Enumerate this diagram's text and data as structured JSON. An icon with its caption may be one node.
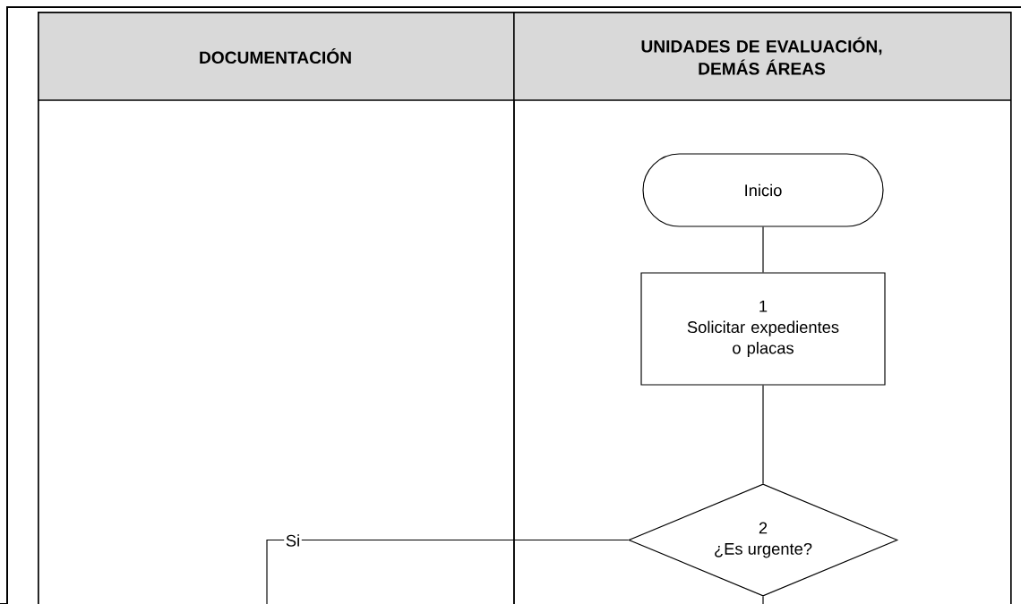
{
  "diagram": {
    "nodes": [
      {
        "text": [
          "DOCUMENTACIÓN"
        ]
      },
      {
        "text": [
          "UNIDADES DE EVALUACIÓN, DEMÁS ÁREAS"
        ]
      },
      {
        "text": [
          "Inicio"
        ],
        "in": 1
      },
      {
        "text": [
          "1",
          "Solicitar expedientes o placas"
        ],
        "in": 1
      },
      {
        "text": [
          "2",
          "¿Es urgente?"
        ],
        "in": 1
      }
    ],
    "edges": [
      {
        "from": 2,
        "to": 3,
        "arrow": "none"
      },
      {
        "from": 3,
        "to": 4,
        "arrow": "none"
      },
      {
        "from": 4,
        "to": 0,
        "arrow": "none",
        "label": "Si"
      },
      {
        "from": 4,
        "to": null,
        "arrow": "none"
      }
    ]
  }
}
